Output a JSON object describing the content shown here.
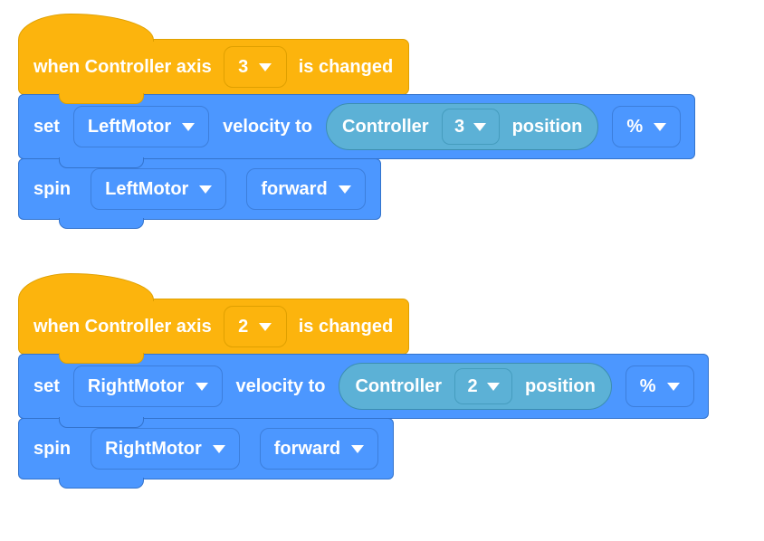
{
  "colors": {
    "event_fill": "#FCB40D",
    "event_border": "#DFA000",
    "motion_fill": "#4C97FF",
    "motion_border": "#3373CC",
    "motion_field_border": "#3C7EDB",
    "sensing_fill": "#5CB1D6",
    "sensing_border": "#3C8EB0",
    "sensing_field_border": "#459CBE",
    "text": "#FFFFFF",
    "canvas_background": "#FFFFFF"
  },
  "stacks": [
    {
      "hat": {
        "text_before": "when Controller axis",
        "axis_value": "3",
        "text_after": "is changed"
      },
      "set_block": {
        "label_set": "set",
        "motor_value": "LeftMotor",
        "label_velocity": "velocity to",
        "reporter": {
          "label_controller": "Controller",
          "axis_value": "3",
          "label_position": "position"
        },
        "unit_value": "%"
      },
      "spin_block": {
        "label_spin": "spin",
        "motor_value": "LeftMotor",
        "direction_value": "forward"
      }
    },
    {
      "hat": {
        "text_before": "when Controller axis",
        "axis_value": "2",
        "text_after": "is changed"
      },
      "set_block": {
        "label_set": "set",
        "motor_value": "RightMotor",
        "label_velocity": "velocity to",
        "reporter": {
          "label_controller": "Controller",
          "axis_value": "2",
          "label_position": "position"
        },
        "unit_value": "%"
      },
      "spin_block": {
        "label_spin": "spin",
        "motor_value": "RightMotor",
        "direction_value": "forward"
      }
    }
  ]
}
